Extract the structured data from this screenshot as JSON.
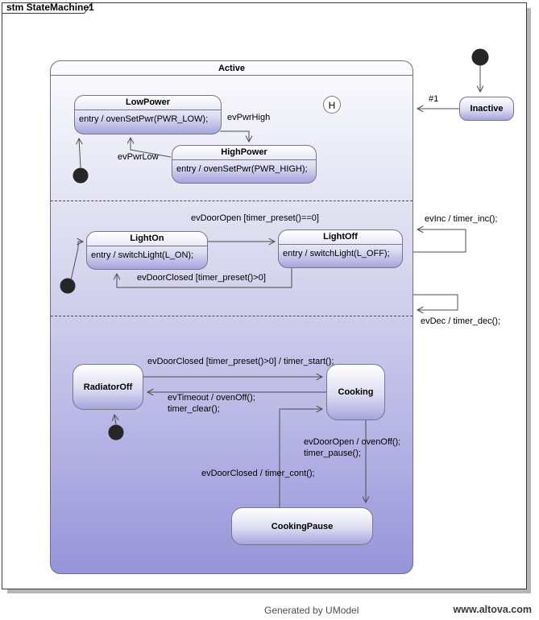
{
  "frame": {
    "title": "stm StateMachine1"
  },
  "diagram": {
    "container": {
      "title": "Active"
    },
    "history_icon": "H",
    "states": {
      "low_power": {
        "title": "LowPower",
        "entry": "entry / ovenSetPwr(PWR_LOW);"
      },
      "high_power": {
        "title": "HighPower",
        "entry": "entry / ovenSetPwr(PWR_HIGH);"
      },
      "light_on": {
        "title": "LightOn",
        "entry": "entry / switchLight(L_ON);"
      },
      "light_off": {
        "title": "LightOff",
        "entry": "entry / switchLight(L_OFF);"
      },
      "radiator_off": {
        "title": "RadiatorOff"
      },
      "cooking": {
        "title": "Cooking"
      },
      "cooking_pause": {
        "title": "CookingPause"
      },
      "inactive": {
        "title": "Inactive"
      }
    },
    "transitions": {
      "pwr_high": "evPwrHigh",
      "pwr_low": "evPwrLow",
      "door_open_light": "evDoorOpen [timer_preset()==0]",
      "door_closed_light": "evDoorClosed [timer_preset()>0]",
      "inc": "evInc / timer_inc();",
      "dec": "evDec / timer_dec();",
      "start_cooking": "evDoorClosed [timer_preset()>0] / timer_start();",
      "timeout_line1": "evTimeout / ovenOff();",
      "timeout_line2": "timer_clear();",
      "pause_line1": "evDoorOpen / ovenOff();",
      "pause_line2": "timer_pause();",
      "cont": "evDoorClosed / timer_cont();",
      "initial_inactive": "#1"
    }
  },
  "footer": {
    "generated_by": "Generated by UModel",
    "website": "www.altova.com"
  },
  "colors": {
    "state_fill_bottom": "#9794da",
    "state_border": "#75758d",
    "line": "#4d4d4d",
    "shadow": "#b5b5b5"
  }
}
